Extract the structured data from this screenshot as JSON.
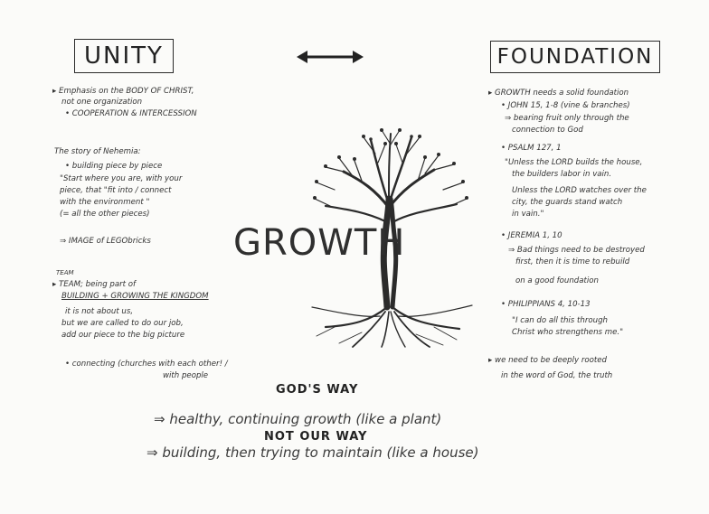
{
  "titles": {
    "unity": "UNITY",
    "foundation": "FOUNDATION",
    "growth": "GROWTH"
  },
  "left": {
    "emphasis_1": "Emphasis on the BODY OF CHRIST,",
    "emphasis_2": "not one organization",
    "emphasis_3": "• COOPERATION & INTERCESSION",
    "nehemia_title": "The story of Nehemia:",
    "nehemia_1": "• building piece by piece",
    "nehemia_2": "\"Start where you are, with your",
    "nehemia_3": "piece, that \"fit into / connect",
    "nehemia_4": "with the environment \"",
    "nehemia_5": "(= all the other pieces)",
    "lego": "⇒ IMAGE of LEGObricks",
    "team_0": "TEAM",
    "team_1": "TEAM; being part of",
    "team_2": "BUILDING + GROWING THE KINGDOM",
    "team_3": "it is not about us,",
    "team_4": "but we are called to do our job,",
    "team_5": "add our piece to the big picture",
    "connecting_1": "• connecting (churches with each other! /",
    "connecting_2": "with people"
  },
  "right": {
    "growth_needs": "GROWTH needs a solid foundation",
    "john": "• JOHN 15, 1-8 (vine & branches)",
    "john_1": "⇒ bearing fruit only through the",
    "john_2": "connection to God",
    "psalm": "• PSALM 127, 1",
    "psalm_1": "\"Unless the LORD builds the house,",
    "psalm_2": "the builders labor in vain.",
    "psalm_3": "Unless the LORD watches over the",
    "psalm_4": "city, the guards stand watch",
    "psalm_5": "in vain.\"",
    "jeremia": "• JEREMIA 1, 10",
    "jeremia_1": "⇒ Bad things need to be destroyed",
    "jeremia_2": "first, then it is time to rebuild",
    "jeremia_3": "on a good foundation",
    "phil": "• PHILIPPIANS 4, 10-13",
    "phil_1": "\"I can do all this through",
    "phil_2": "Christ who strengthens me.\"",
    "rooted_1": "we need to be deeply rooted",
    "rooted_2": "in the word of God, the truth"
  },
  "bottom": {
    "gods_way": "GOD'S WAY",
    "healthy": "⇒ healthy, continuing growth (like a plant)",
    "not_our_way": "NOT OUR WAY",
    "building": "⇒ building, then trying to maintain (like a house)"
  }
}
